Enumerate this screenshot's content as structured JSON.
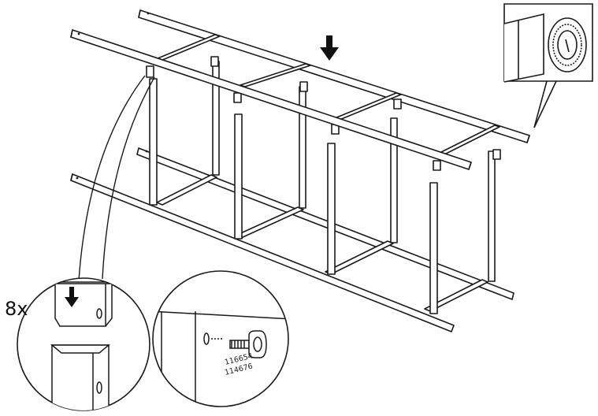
{
  "instruction": {
    "quantity": "8x",
    "part_numbers": [
      "116654",
      "114676"
    ]
  },
  "icons": {
    "insert_arrow": "arrow-down-icon"
  }
}
